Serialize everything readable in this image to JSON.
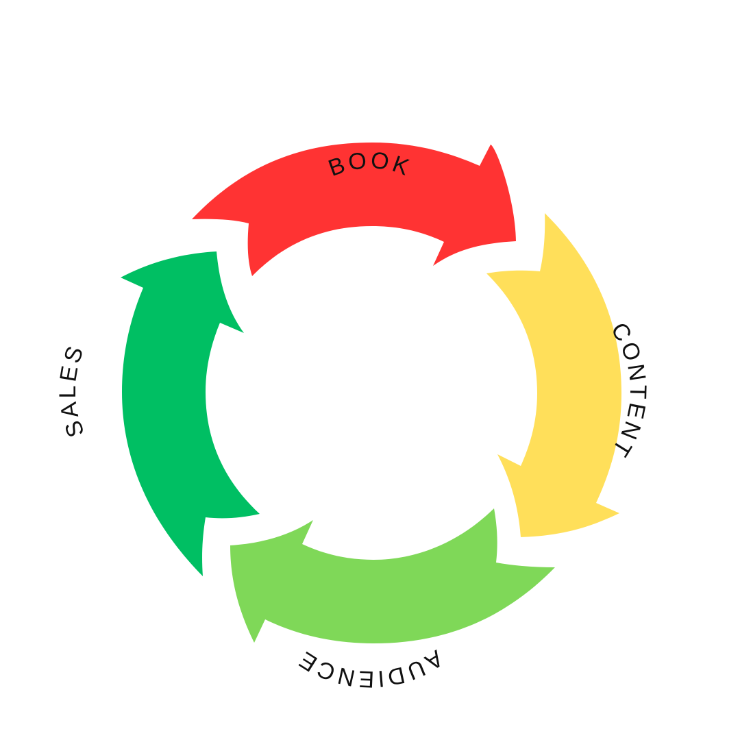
{
  "cycle": {
    "segments": [
      {
        "label": "BOOK",
        "color": "#FF3333"
      },
      {
        "label": "CONTENT",
        "color": "#FFDF5A"
      },
      {
        "label": "AUDIENCE",
        "color": "#7FD858"
      },
      {
        "label": "SALES",
        "color": "#00BF63"
      }
    ]
  }
}
